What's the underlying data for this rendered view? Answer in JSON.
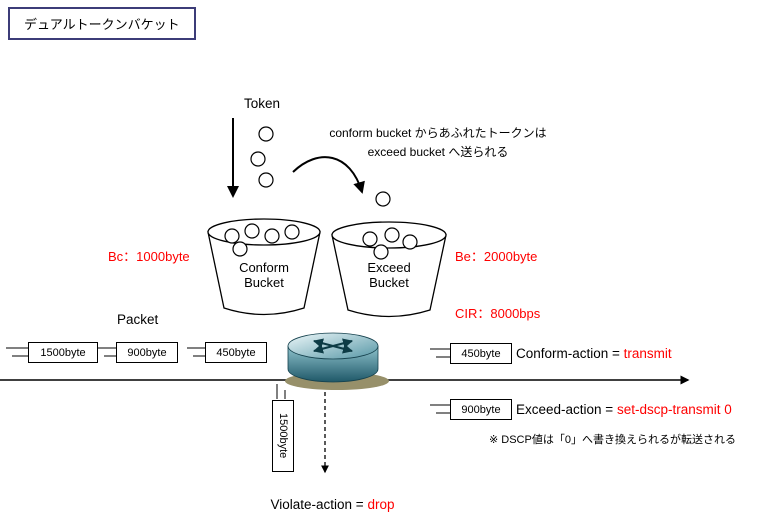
{
  "title": "デュアルトークンバケット",
  "token_label": "Token",
  "annotation": {
    "line1": "conform bucket からあふれたトークンは",
    "line2": "exceed bucket へ送られる"
  },
  "conform_bucket": {
    "name_line1": "Conform",
    "name_line2": "Bucket",
    "param": "Bc：1000byte"
  },
  "exceed_bucket": {
    "name_line1": "Exceed",
    "name_line2": "Bucket",
    "param": "Be：2000byte"
  },
  "cir_label": "CIR：8000bps",
  "packet_label": "Packet",
  "incoming_packets": [
    "1500byte",
    "900byte",
    "450byte"
  ],
  "conform_action": {
    "packet": "450byte",
    "label": "Conform-action = ",
    "value": "transmit"
  },
  "exceed_action": {
    "packet": "900byte",
    "label": "Exceed-action = ",
    "value": "set-dscp-transmit 0",
    "note": "※ DSCP値は「0」へ書き換えられるが転送される"
  },
  "violate_action": {
    "packet": "1500byte",
    "label": "Violate-action = ",
    "value": "drop"
  },
  "colors": {
    "accent_red": "#ff0000",
    "title_border": "#3c3c78",
    "router_teal": "#2f6f7f",
    "router_shadow": "#97906a"
  }
}
